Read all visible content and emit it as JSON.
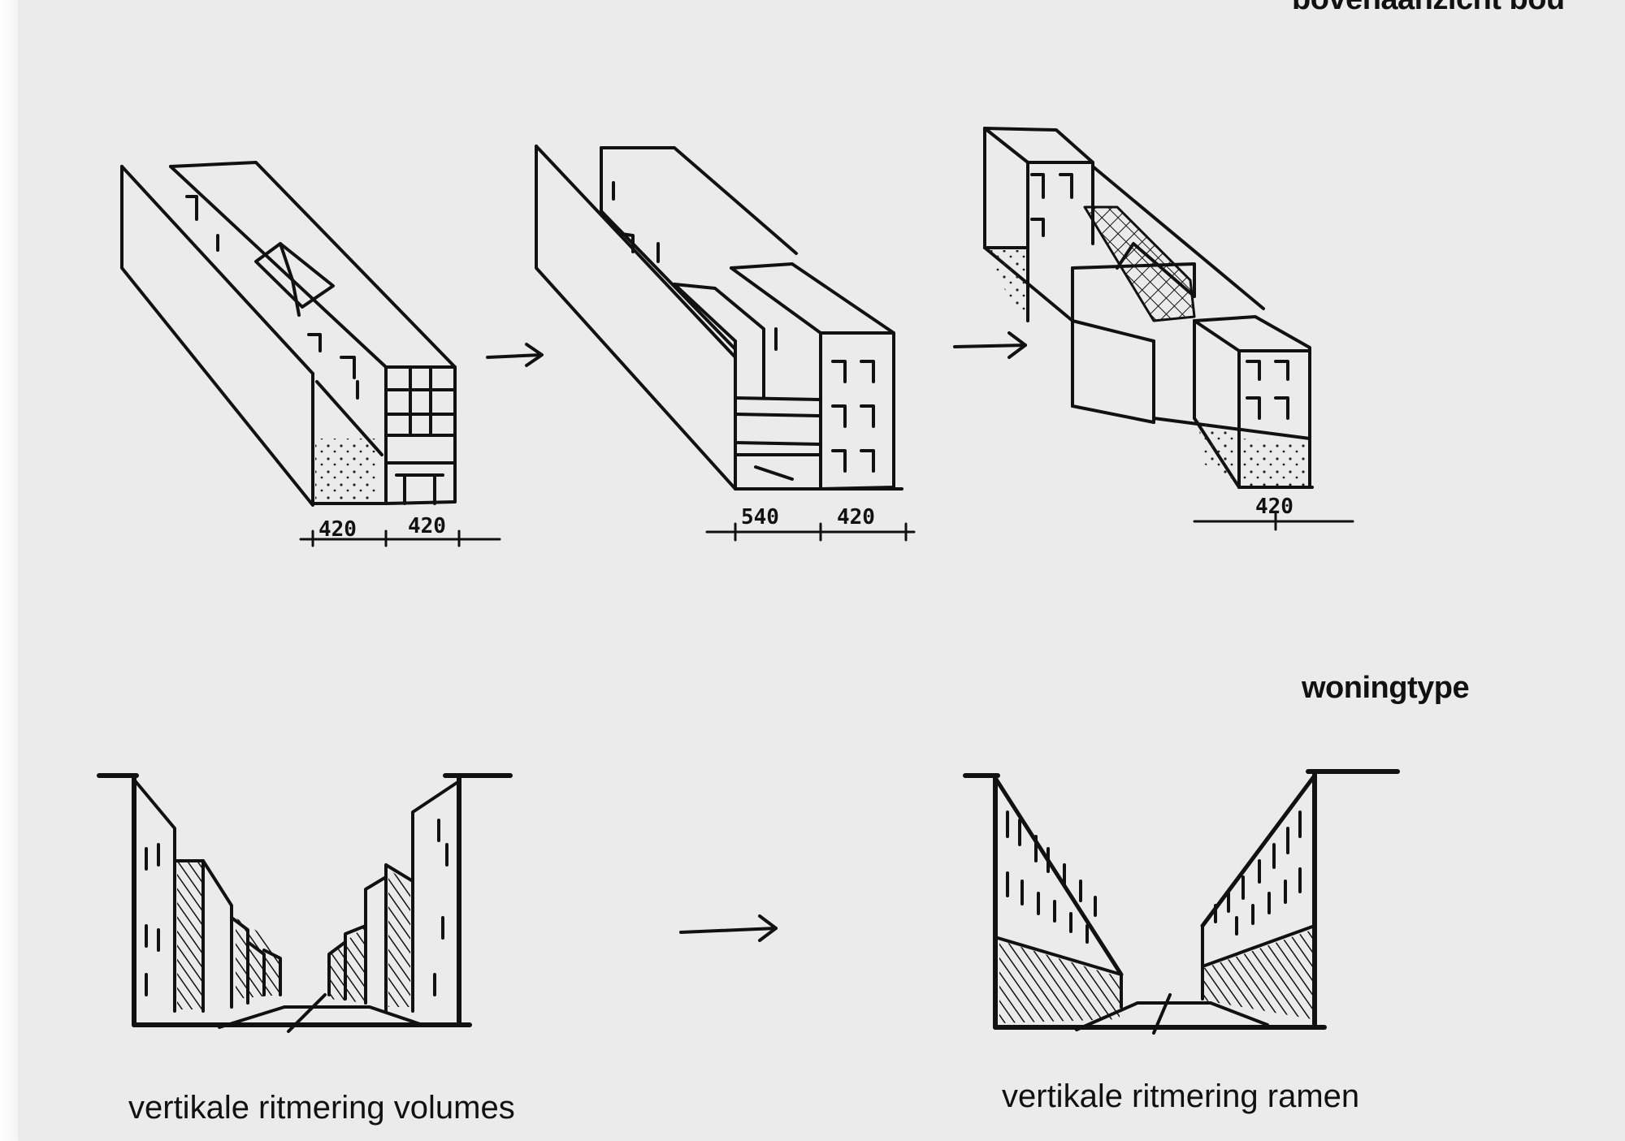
{
  "labels": {
    "top_right": "bovenaanzicht bou",
    "woningtype": "woningtype",
    "vertikale_volumes": "vertikale ritmering volumes",
    "vertikale_ramen": "vertikale ritmering ramen"
  },
  "dimensions": {
    "sketch1": [
      "420",
      "420"
    ],
    "sketch2": [
      "540",
      "420"
    ],
    "sketch3": [
      "420"
    ]
  },
  "colors": {
    "paper": "#ebebeb",
    "ink": "#111111"
  }
}
